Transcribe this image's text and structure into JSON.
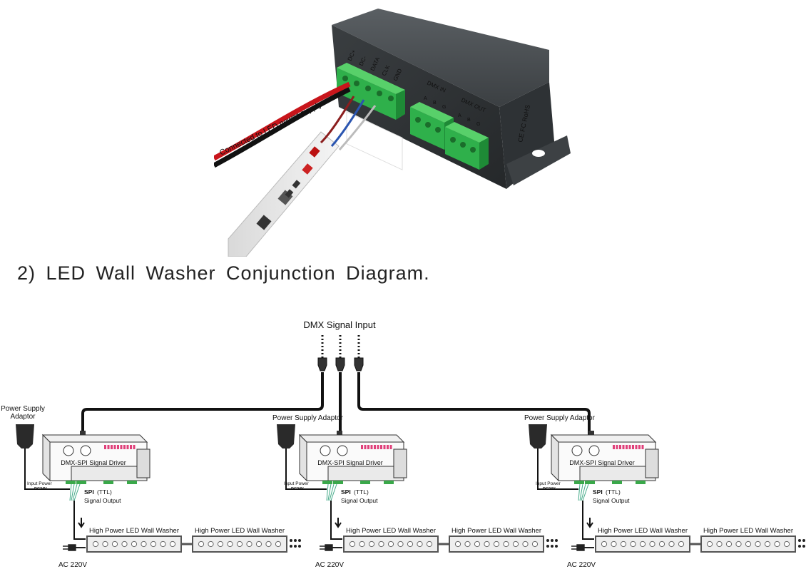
{
  "photo": {
    "terminals": [
      "DC+",
      "DC-",
      "DATA",
      "CLK",
      "GND"
    ],
    "dmx_in": {
      "label": "DMX IN",
      "pins": [
        "A",
        "B",
        "G"
      ]
    },
    "dmx_out": {
      "label": "DMX OUT",
      "pins": [
        "A",
        "B",
        "G"
      ]
    },
    "cable_label": "Connected to LED power supply",
    "side_marks": "CE FC RoHS"
  },
  "heading": "2) LED Wall Washer Conjunction Diagram.",
  "diagram": {
    "input_label": "DMX Signal Input",
    "units": [
      {
        "adaptor_label": "Power Supply\nAdaptor",
        "driver_label": "DMX-SPI Signal Driver",
        "input_power": "Input Power",
        "input_power_voltage": "DC24V",
        "spi_label_bold": "SPI",
        "spi_label_rest": "(TTL)",
        "spi_output": "Signal Output",
        "washer_1": "High Power LED Wall Washer",
        "washer_2": "High Power LED Wall Washer",
        "ac_label": "AC 220V"
      },
      {
        "adaptor_label": "Power Supply Adaptor",
        "driver_label": "DMX-SPI Signal Driver",
        "input_power": "Input Power",
        "input_power_voltage": "DC24V",
        "spi_label_bold": "SPI",
        "spi_label_rest": "(TTL)",
        "spi_output": "Signal Output",
        "washer_1": "High Power LED Wall Washer",
        "washer_2": "High Power LED Wall Washer",
        "ac_label": "AC 220V"
      },
      {
        "adaptor_label": "Power Supply Adaptor",
        "driver_label": "DMX-SPI Signal Driver",
        "input_power": "Input Power",
        "input_power_voltage": "DC24V",
        "spi_label_bold": "SPI",
        "spi_label_rest": "(TTL)",
        "spi_output": "Signal Output",
        "washer_1": "High Power LED Wall Washer",
        "washer_2": "High Power LED Wall Washer",
        "ac_label": "AC 220V"
      }
    ]
  }
}
